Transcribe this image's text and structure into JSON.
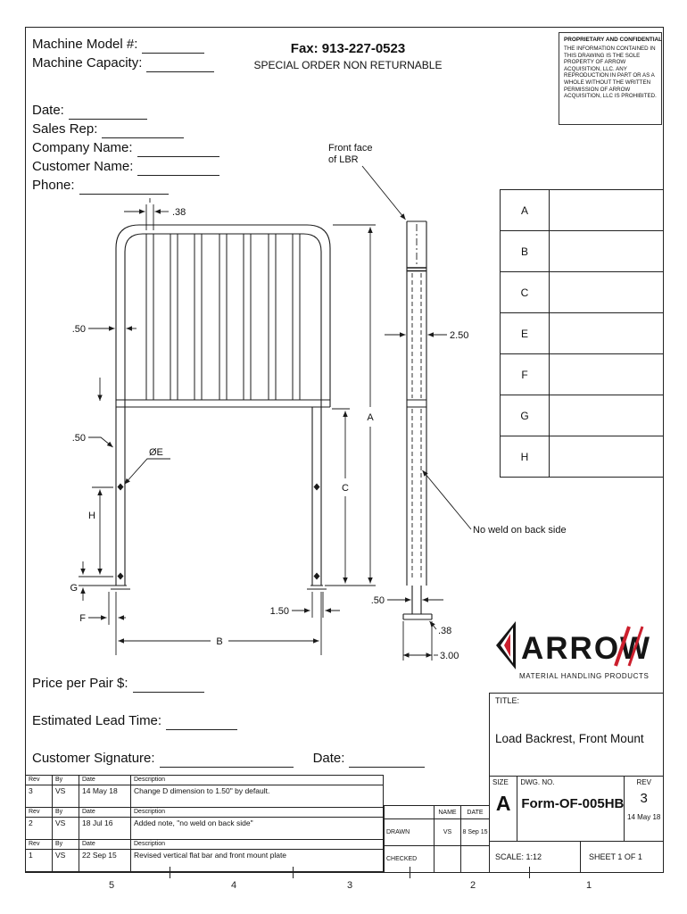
{
  "header": {
    "machine_model_label": "Machine Model #:",
    "machine_capacity_label": "Machine Capacity:",
    "fax": "Fax: 913-227-0523",
    "special_order": "SPECIAL ORDER NON RETURNABLE",
    "date_label": "Date:",
    "sales_rep_label": "Sales Rep:",
    "company_name_label": "Company Name:",
    "customer_name_label": "Customer Name:",
    "phone_label": "Phone:"
  },
  "proprietary": {
    "title": "PROPRIETARY AND CONFIDENTIAL",
    "body": "THE INFORMATION CONTAINED IN THIS DRAWING IS THE SOLE PROPERTY OF ARROW ACQUISITION, LLC. ANY REPRODUCTION IN PART OR AS A WHOLE WITHOUT THE WRITTEN PERMISSION OF ARROW ACQUISITION, LLC IS PROHIBITED."
  },
  "dim_table": {
    "rows": [
      {
        "label": "A",
        "value": ""
      },
      {
        "label": "B",
        "value": ""
      },
      {
        "label": "C",
        "value": ""
      },
      {
        "label": "E",
        "value": ""
      },
      {
        "label": "F",
        "value": ""
      },
      {
        "label": "G",
        "value": ""
      },
      {
        "label": "H",
        "value": ""
      }
    ]
  },
  "drawing": {
    "dim_38_top": ".38",
    "dim_50_upper": ".50",
    "dim_50_lower": ".50",
    "dia_e": "ØE",
    "dim_h": "H",
    "dim_a": "A",
    "dim_c": "C",
    "dim_g": "G",
    "dim_f": "F",
    "dim_b": "B",
    "dim_150": "1.50",
    "dim_250": "2.50",
    "dim_50_side": ".50",
    "dim_38_side": ".38",
    "dim_300": "3.00",
    "front_face_note_line1": "Front face",
    "front_face_note_line2": "of LBR",
    "no_weld_note": "No weld on back side"
  },
  "order_fields": {
    "price_label": "Price per Pair $:",
    "lead_time_label": "Estimated Lead Time:",
    "signature_label": "Customer Signature:",
    "signature_date_label": "Date:"
  },
  "revision_table": {
    "headers": {
      "rev": "Rev",
      "by": "By",
      "date": "Date",
      "description": "Description"
    },
    "rows": [
      {
        "rev": "3",
        "by": "VS",
        "date": "14 May 18",
        "description": "Change D dimension to 1.50\" by default."
      },
      {
        "rev": "2",
        "by": "VS",
        "date": "18 Jul 16",
        "description": "Added note, \"no weld on back side\""
      },
      {
        "rev": "1",
        "by": "VS",
        "date": "22 Sep 15",
        "description": "Revised vertical flat bar and front mount plate"
      }
    ]
  },
  "approval_block": {
    "name_header": "NAME",
    "date_header": "DATE",
    "drawn_label": "DRAWN",
    "drawn_name": "VS",
    "drawn_date": "8 Sep 15",
    "checked_label": "CHECKED",
    "checked_name": "",
    "checked_date": ""
  },
  "title_block": {
    "title_label": "TITLE:",
    "title": "Load Backrest, Front Mount",
    "size_label": "SIZE",
    "size": "A",
    "dwg_no_label": "DWG. NO.",
    "dwg_no": "Form-OF-005HB",
    "rev_label": "REV",
    "rev": "3",
    "rev_date": "14 May 18",
    "scale_label": "SCALE: 1:12",
    "sheet_label": "SHEET 1 OF 1"
  },
  "logo": {
    "name": "ARROW",
    "tagline": "MATERIAL HANDLING PRODUCTS",
    "accent_color": "#cc1f2d"
  },
  "zone_numbers": [
    "5",
    "4",
    "3",
    "2",
    "1"
  ]
}
